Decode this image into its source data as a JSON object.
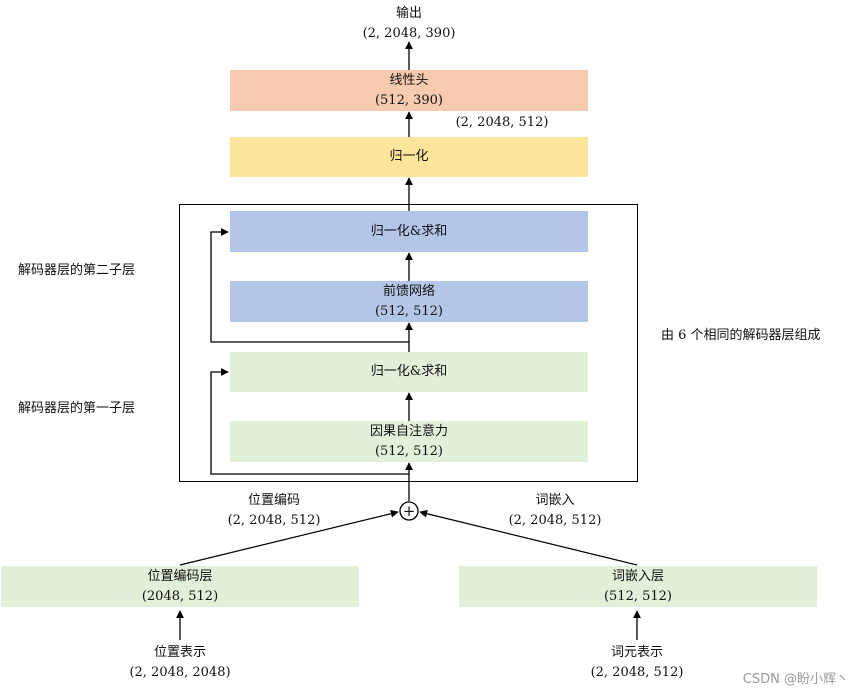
{
  "colors": {
    "linear_head": "#f7cbaf",
    "norm": "#ffe59c",
    "sublayer2": "#b4c6e7",
    "sublayer1": "#e2efd9",
    "encoding": "#e2efd9"
  },
  "output": {
    "label": "输出",
    "shape": "(2, 2048, 390)"
  },
  "linear_head": {
    "label": "线性头",
    "shape": "(512, 390)"
  },
  "head_input_shape": "(2, 2048, 512)",
  "final_norm": {
    "label": "归一化"
  },
  "decoder": {
    "stack_label": "由 6 个相同的解码器层组成",
    "sublayer2_label": "解码器层的第二子层",
    "sublayer1_label": "解码器层的第一子层",
    "norm_sum_2": "归一化&求和",
    "ffn": {
      "label": "前馈网络",
      "shape": "(512, 512)"
    },
    "norm_sum_1": "归一化&求和",
    "causal_attn": {
      "label": "因果自注意力",
      "shape": "(512, 512)"
    }
  },
  "add_symbol": "+",
  "pos_encoding_out": {
    "label": "位置编码",
    "shape": "(2, 2048, 512)"
  },
  "word_embed_out": {
    "label": "词嵌入",
    "shape": "(2, 2048, 512)"
  },
  "pos_encoding_layer": {
    "label": "位置编码层",
    "shape": "(2048, 512)"
  },
  "word_embed_layer": {
    "label": "词嵌入层",
    "shape": "(512, 512)"
  },
  "pos_repr": {
    "label": "位置表示",
    "shape": "(2, 2048, 2048)"
  },
  "word_repr": {
    "label": "词元表示",
    "shape": "(2, 2048, 512)"
  },
  "watermark": "CSDN @盼小辉丶"
}
